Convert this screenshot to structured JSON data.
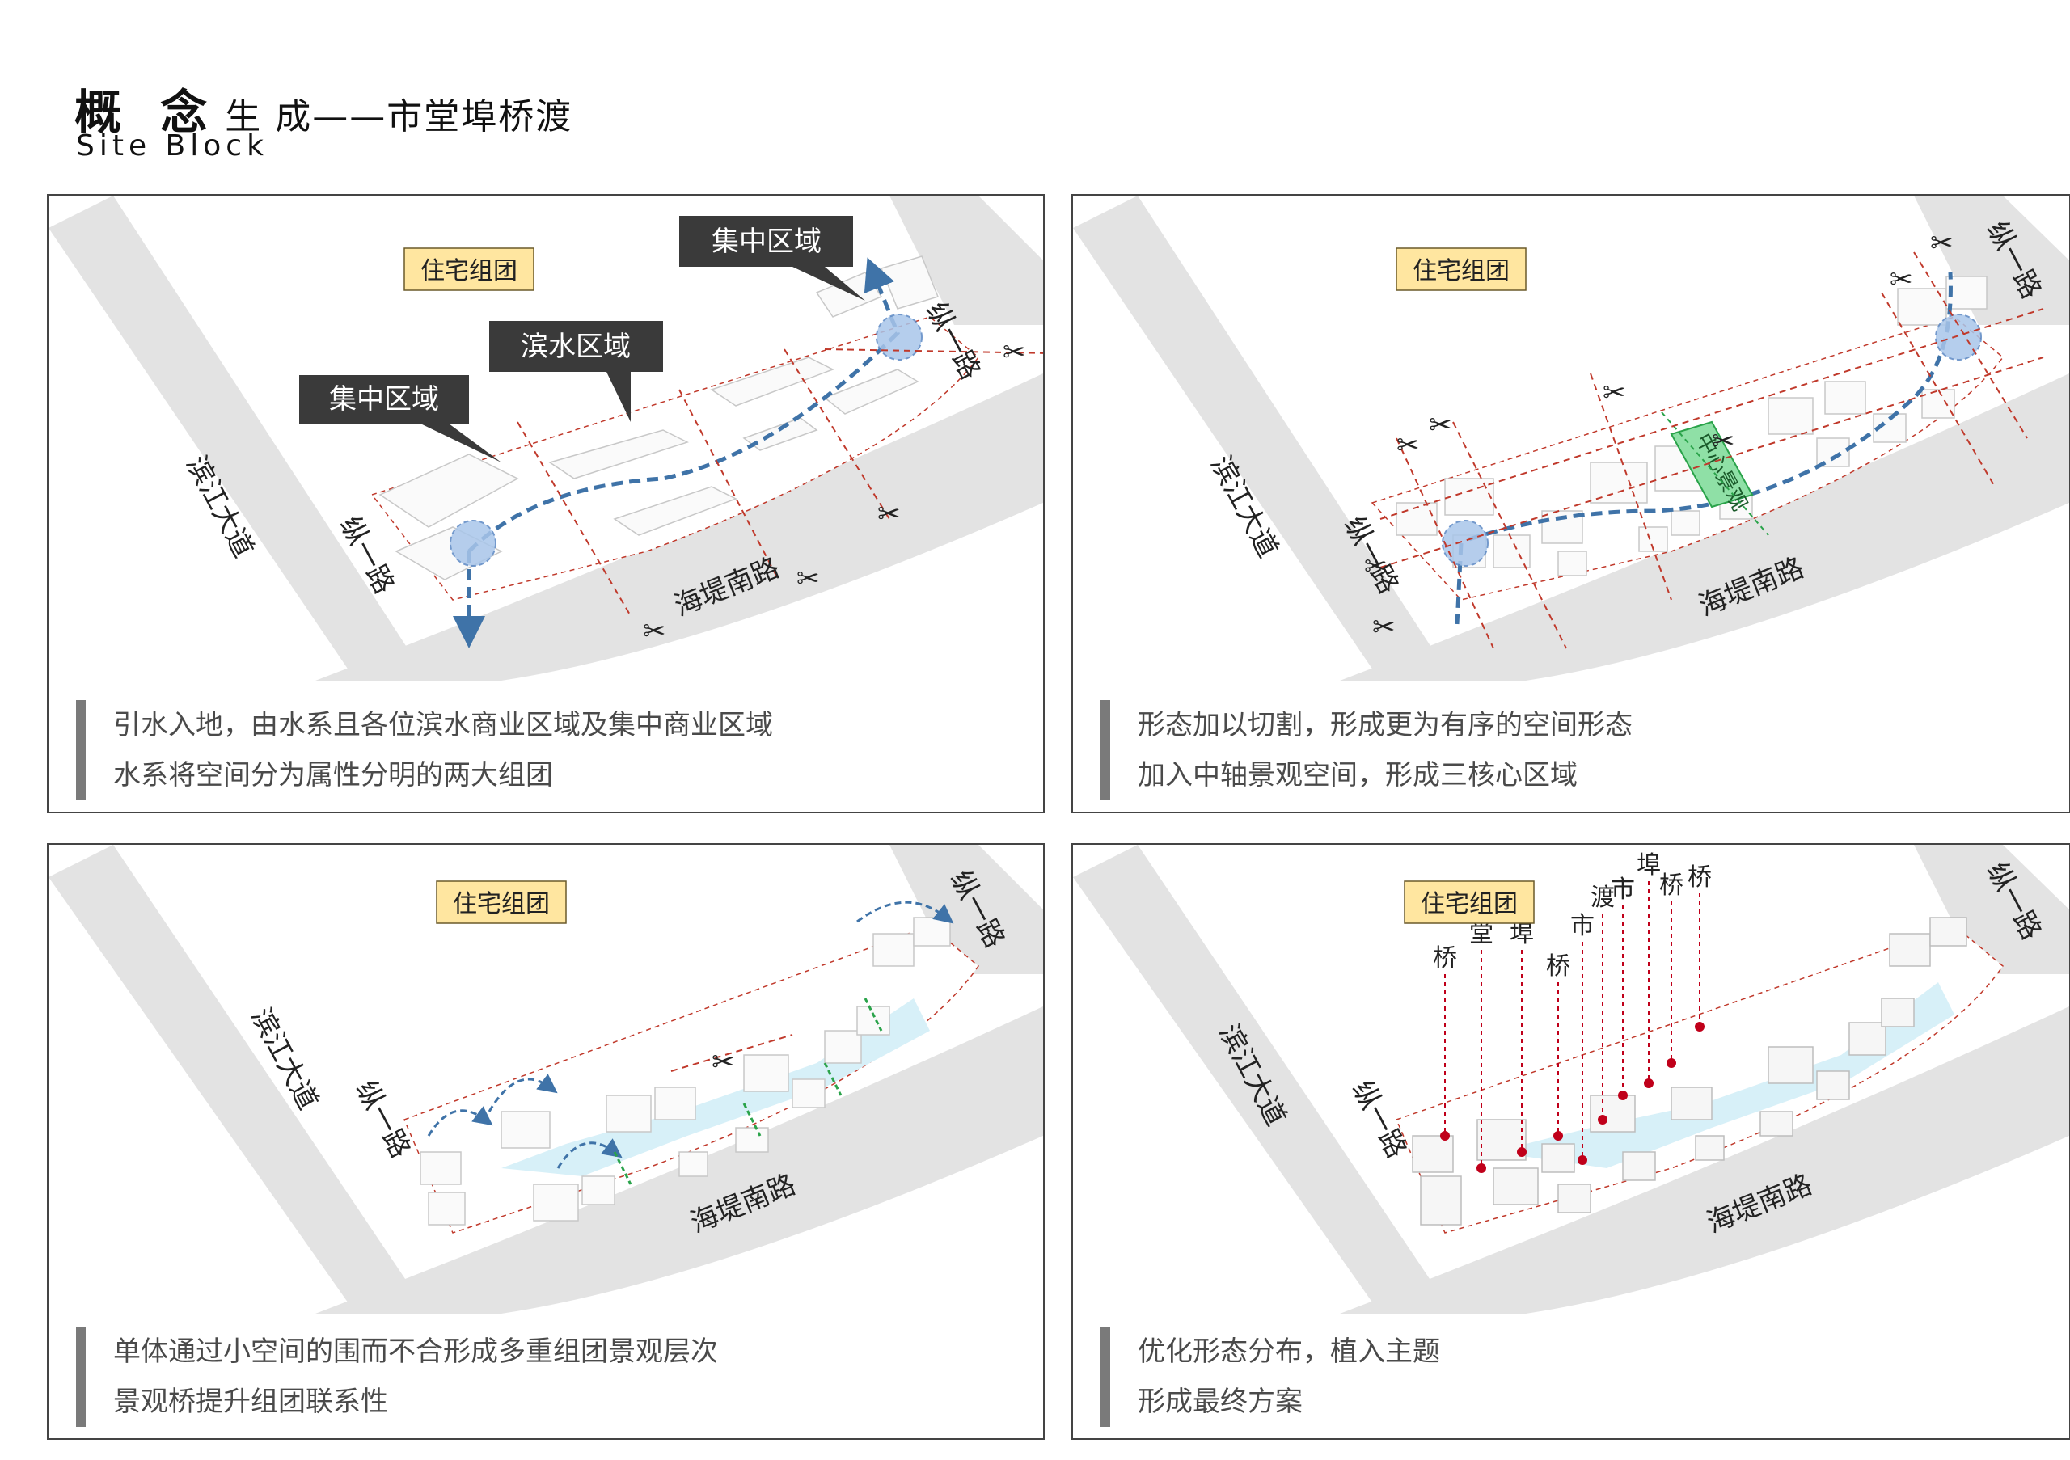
{
  "header": {
    "title_bold": "概 念",
    "title_rest": "生 成——市堂埠桥渡",
    "subtitle_en": "Site Block"
  },
  "roads": {
    "main_avenue": "滨江大道",
    "street_1": "纵一路",
    "street_2": "海堤南路"
  },
  "zones": {
    "residential": "住宅组团",
    "focus_area": "集中区域",
    "waterfront": "滨水区域",
    "central_axis": "中心景观"
  },
  "themes": [
    "桥",
    "堂",
    "埠",
    "桥",
    "市",
    "渡",
    "市",
    "埠",
    "桥",
    "桥"
  ],
  "panels": [
    {
      "caption": [
        "引水入地，由水系且各位滨水商业区域及集中商业区域",
        "水系将空间分为属性分明的两大组团"
      ]
    },
    {
      "caption": [
        "形态加以切割，形成更为有序的空间形态",
        "加入中轴景观空间，形成三核心区域"
      ]
    },
    {
      "caption": [
        "单体通过小空间的围而不合形成多重组团景观层次",
        "景观桥提升组团联系性"
      ]
    },
    {
      "caption": [
        "优化形态分布，植入主题",
        "形成最终方案"
      ]
    }
  ],
  "colors": {
    "road": "#e3e3e3",
    "cut_line": "#c0392b",
    "water_path": "#3f73a8",
    "label_yellow": "#ffe6a0",
    "callout_dark": "#3a3a3a",
    "axis_green": "#8fe0a6",
    "marker_red": "#c0001a"
  }
}
